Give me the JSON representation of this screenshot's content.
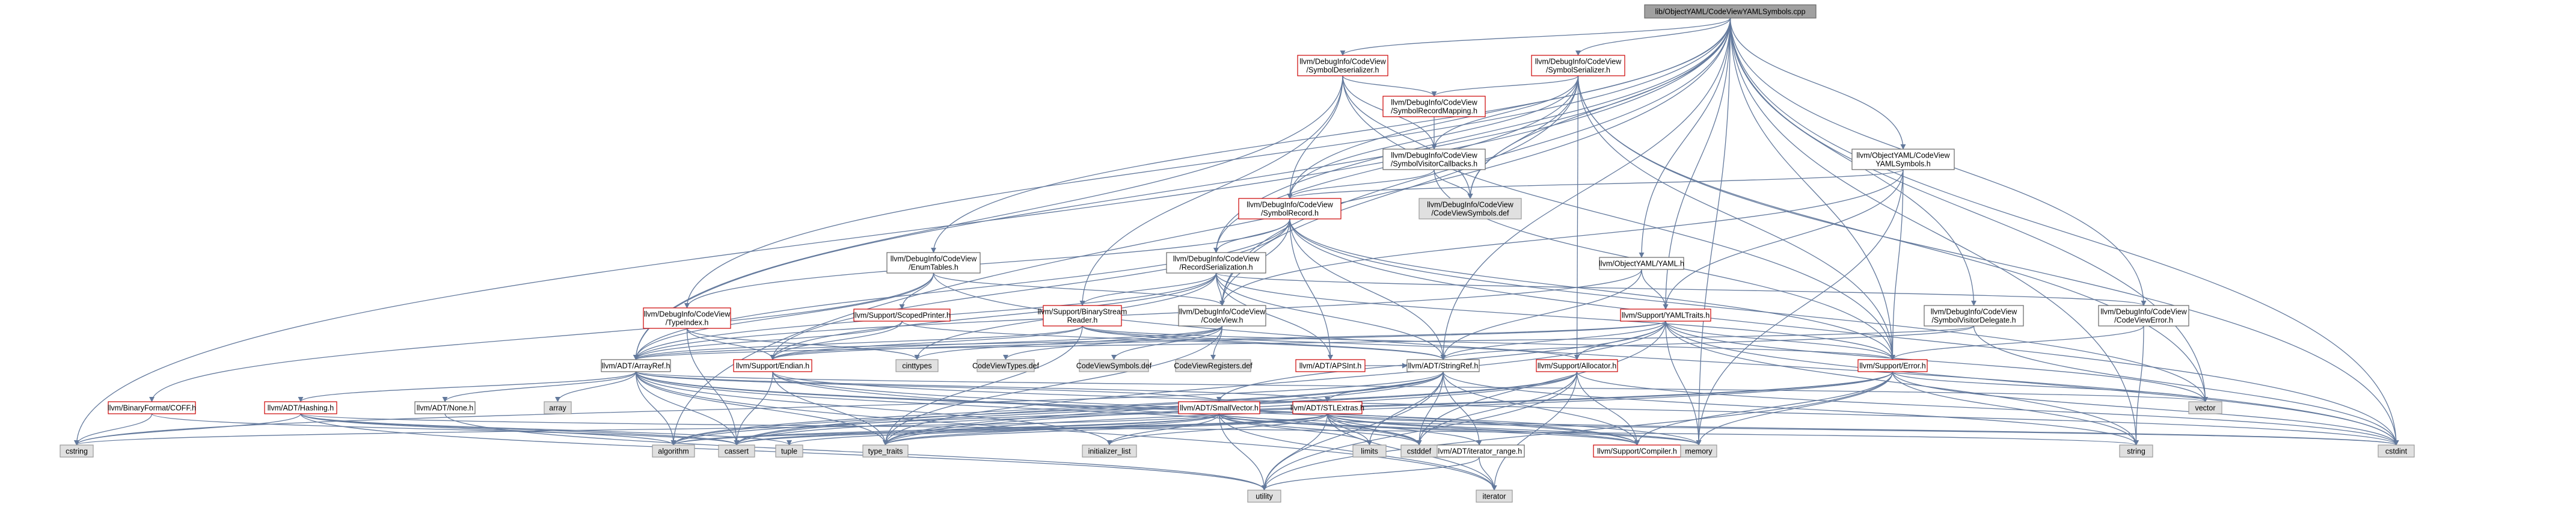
{
  "graph_title": "",
  "root": "lib/ObjectYAML/CodeViewYAMLSymbols.cpp",
  "nodes": [
    {
      "id": "root",
      "lines": [
        "lib/ObjectYAML/CodeViewYAMLSymbols.cpp"
      ],
      "kind": "root"
    },
    {
      "id": "symdeser",
      "lines": [
        "llvm/DebugInfo/CodeView",
        "/SymbolDeserializer.h"
      ],
      "kind": "red"
    },
    {
      "id": "symser",
      "lines": [
        "llvm/DebugInfo/CodeView",
        "/SymbolSerializer.h"
      ],
      "kind": "red"
    },
    {
      "id": "symmap",
      "lines": [
        "llvm/DebugInfo/CodeView",
        "/SymbolRecordMapping.h"
      ],
      "kind": "red"
    },
    {
      "id": "symvis",
      "lines": [
        "llvm/DebugInfo/CodeView",
        "/SymbolVisitorCallbacks.h"
      ],
      "kind": "white"
    },
    {
      "id": "cvsymdef",
      "lines": [
        "llvm/DebugInfo/CodeView",
        "/CodeViewSymbols.def"
      ],
      "kind": "gray"
    },
    {
      "id": "yamlsyms",
      "lines": [
        "llvm/ObjectYAML/CodeView",
        "YAMLSymbols.h"
      ],
      "kind": "white"
    },
    {
      "id": "symrec",
      "lines": [
        "llvm/DebugInfo/CodeView",
        "/SymbolRecord.h"
      ],
      "kind": "red"
    },
    {
      "id": "enumtab",
      "lines": [
        "llvm/DebugInfo/CodeView",
        "/EnumTables.h"
      ],
      "kind": "white"
    },
    {
      "id": "recser",
      "lines": [
        "llvm/DebugInfo/CodeView",
        "/RecordSerialization.h"
      ],
      "kind": "white"
    },
    {
      "id": "objyaml",
      "lines": [
        "llvm/ObjectYAML/YAML.h"
      ],
      "kind": "white"
    },
    {
      "id": "yamltraits",
      "lines": [
        "llvm/Support/YAMLTraits.h"
      ],
      "kind": "red"
    },
    {
      "id": "symvisdel",
      "lines": [
        "llvm/DebugInfo/CodeView",
        "/SymbolVisitorDelegate.h"
      ],
      "kind": "white"
    },
    {
      "id": "cverr",
      "lines": [
        "llvm/DebugInfo/CodeView",
        "/CodeViewError.h"
      ],
      "kind": "white"
    },
    {
      "id": "typeidx",
      "lines": [
        "llvm/DebugInfo/CodeView",
        "/TypeIndex.h"
      ],
      "kind": "red"
    },
    {
      "id": "scoped",
      "lines": [
        "llvm/Support/ScopedPrinter.h"
      ],
      "kind": "red"
    },
    {
      "id": "binstream",
      "lines": [
        "llvm/Support/BinaryStream",
        "Reader.h"
      ],
      "kind": "red"
    },
    {
      "id": "cvh",
      "lines": [
        "llvm/DebugInfo/CodeView",
        "/CodeView.h"
      ],
      "kind": "white"
    },
    {
      "id": "arrayref",
      "lines": [
        "llvm/ADT/ArrayRef.h"
      ],
      "kind": "white"
    },
    {
      "id": "endian",
      "lines": [
        "llvm/Support/Endian.h"
      ],
      "kind": "red"
    },
    {
      "id": "cctypes",
      "lines": [
        "cinttypes"
      ],
      "kind": "gray"
    },
    {
      "id": "cvtypesdef",
      "lines": [
        "CodeViewTypes.def"
      ],
      "kind": "gray"
    },
    {
      "id": "cvsymsdef2",
      "lines": [
        "CodeViewSymbols.def"
      ],
      "kind": "gray"
    },
    {
      "id": "cvregdef",
      "lines": [
        "CodeViewRegisters.def"
      ],
      "kind": "gray"
    },
    {
      "id": "apsint",
      "lines": [
        "llvm/ADT/APSInt.h"
      ],
      "kind": "red"
    },
    {
      "id": "stringref",
      "lines": [
        "llvm/ADT/StringRef.h"
      ],
      "kind": "white"
    },
    {
      "id": "alloc",
      "lines": [
        "llvm/Support/Allocator.h"
      ],
      "kind": "red"
    },
    {
      "id": "err",
      "lines": [
        "llvm/Support/Error.h"
      ],
      "kind": "red"
    },
    {
      "id": "coff",
      "lines": [
        "llvm/BinaryFormat/COFF.h"
      ],
      "kind": "red"
    },
    {
      "id": "hashing",
      "lines": [
        "llvm/ADT/Hashing.h"
      ],
      "kind": "red"
    },
    {
      "id": "none",
      "lines": [
        "llvm/ADT/None.h"
      ],
      "kind": "white"
    },
    {
      "id": "array",
      "lines": [
        "array"
      ],
      "kind": "gray"
    },
    {
      "id": "smallvec",
      "lines": [
        "llvm/ADT/SmallVector.h"
      ],
      "kind": "red"
    },
    {
      "id": "stlextras",
      "lines": [
        "llvm/ADT/STLExtras.h"
      ],
      "kind": "red"
    },
    {
      "id": "iterrange",
      "lines": [
        "llvm/ADT/iterator_range.h"
      ],
      "kind": "white"
    },
    {
      "id": "compiler",
      "lines": [
        "llvm/Support/Compiler.h"
      ],
      "kind": "red"
    },
    {
      "id": "vector",
      "lines": [
        "vector"
      ],
      "kind": "gray"
    },
    {
      "id": "cstring",
      "lines": [
        "cstring"
      ],
      "kind": "gray"
    },
    {
      "id": "algorithm",
      "lines": [
        "algorithm"
      ],
      "kind": "gray"
    },
    {
      "id": "cassert",
      "lines": [
        "cassert"
      ],
      "kind": "gray"
    },
    {
      "id": "tuple",
      "lines": [
        "tuple"
      ],
      "kind": "gray"
    },
    {
      "id": "typetraits",
      "lines": [
        "type_traits"
      ],
      "kind": "gray"
    },
    {
      "id": "initlist",
      "lines": [
        "initializer_list"
      ],
      "kind": "gray"
    },
    {
      "id": "limits",
      "lines": [
        "limits"
      ],
      "kind": "gray"
    },
    {
      "id": "cstddef",
      "lines": [
        "cstddef"
      ],
      "kind": "gray"
    },
    {
      "id": "memory",
      "lines": [
        "memory"
      ],
      "kind": "gray"
    },
    {
      "id": "string",
      "lines": [
        "string"
      ],
      "kind": "gray"
    },
    {
      "id": "cstdint",
      "lines": [
        "cstdint"
      ],
      "kind": "gray"
    },
    {
      "id": "utility",
      "lines": [
        "utility"
      ],
      "kind": "gray"
    },
    {
      "id": "iterator",
      "lines": [
        "iterator"
      ],
      "kind": "gray"
    }
  ]
}
